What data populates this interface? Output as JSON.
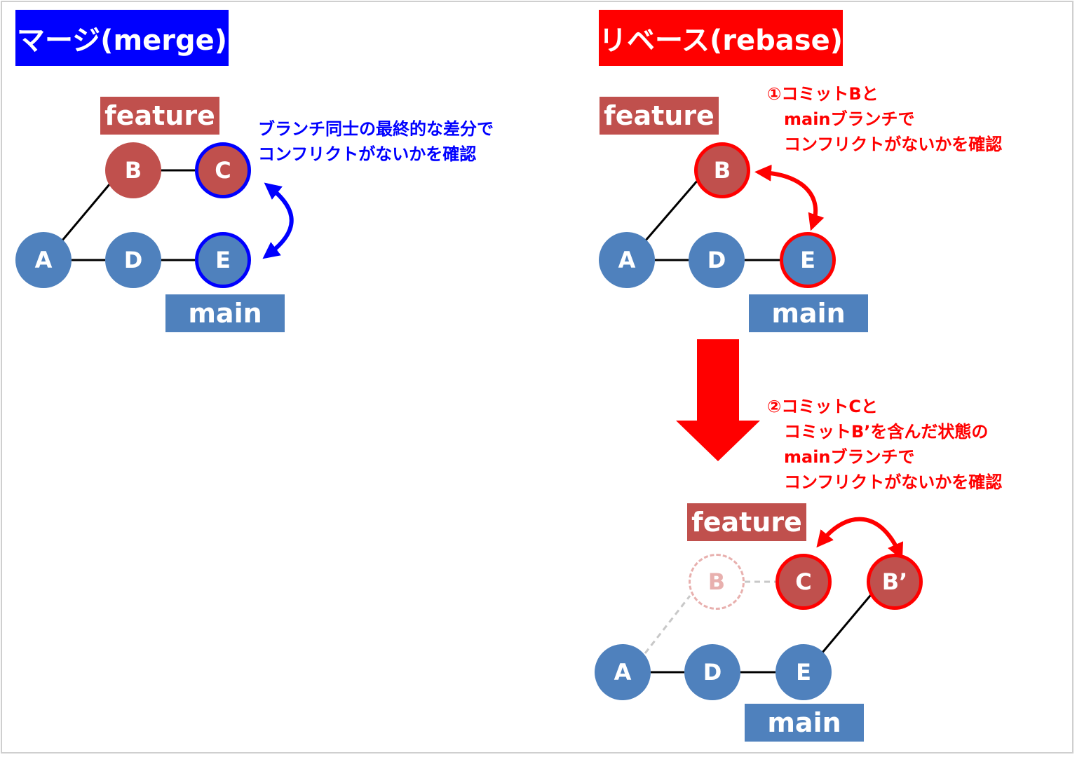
{
  "merge": {
    "title": "マージ(merge)",
    "feature_label": "feature",
    "main_label": "main",
    "note": "ブランチ同士の最終的な差分で\nコンフリクトがないかを確認",
    "nodes": {
      "a": "A",
      "b": "B",
      "c": "C",
      "d": "D",
      "e": "E"
    }
  },
  "rebase": {
    "title": "リベース(rebase)",
    "step1": {
      "feature_label": "feature",
      "main_label": "main",
      "note": "①コミットBと\n　mainブランチで\n　コンフリクトがないかを確認",
      "nodes": {
        "a": "A",
        "b": "B",
        "d": "D",
        "e": "E"
      }
    },
    "step2": {
      "feature_label": "feature",
      "main_label": "main",
      "note": "②コミットCと\n　コミットB’を含んだ状態の\n　mainブランチで\n　コンフリクトがないかを確認",
      "nodes": {
        "a": "A",
        "b_old": "B",
        "c": "C",
        "b_prime": "B’",
        "d": "D",
        "e": "E"
      }
    }
  },
  "colors": {
    "merge_accent": "#0000ff",
    "rebase_accent": "#ff0000",
    "commit_blue": "#4f81bd",
    "commit_red": "#c0504d",
    "ghost": "#e8b0ae"
  }
}
